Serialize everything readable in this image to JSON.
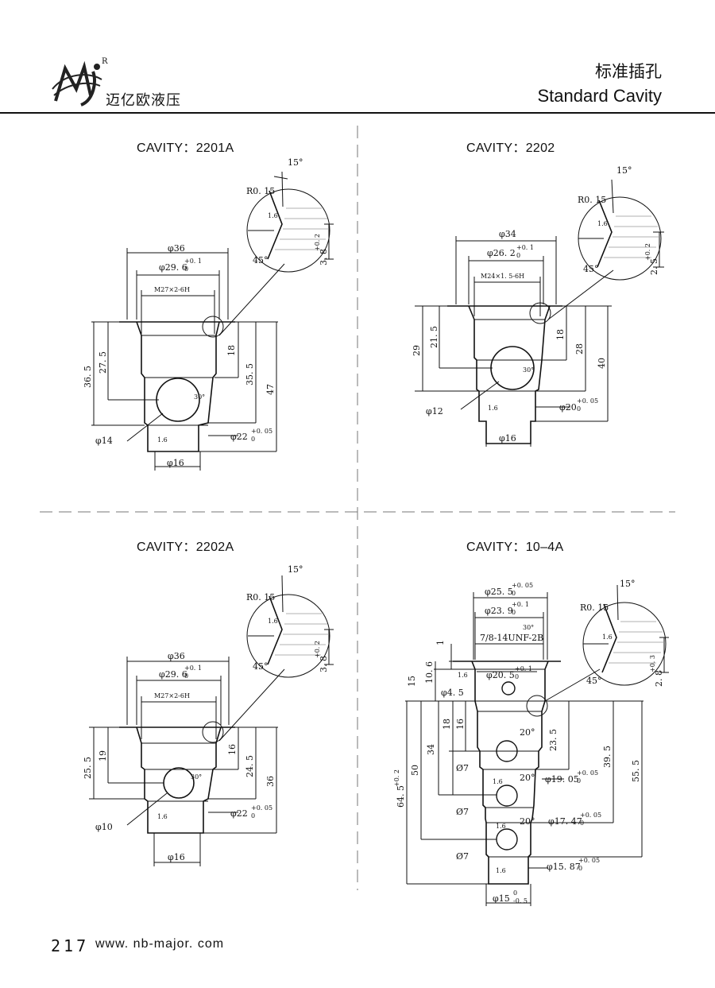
{
  "header": {
    "brand_cn": "迈亿欧液压",
    "logo_mark": "R",
    "title_cn": "标准插孔",
    "title_en": "Standard Cavity"
  },
  "footer": {
    "page": "217",
    "url": "www. nb-major. com"
  },
  "cavities": [
    {
      "label": "CAVITY：2201A",
      "dims": {
        "d1": "φ36",
        "d2": "φ29. 6",
        "tol2": "+0. 1",
        "tol2b": "0",
        "thread": "M27×2-6H",
        "r": "R0. 15",
        "ang1": "15°",
        "ang2": "45°",
        "detail": "3. 8",
        "dtol": "+0. 2",
        "dtolb": "0",
        "surf": "1.6",
        "v1": "36. 5",
        "v2": "27. 5",
        "v3": "18",
        "v4": "35. 5",
        "v5": "47",
        "hole": "φ14",
        "d3": "φ22",
        "tol3": "+0. 05",
        "tol3b": "0",
        "d4": "φ16",
        "ang3": "30°"
      }
    },
    {
      "label": "CAVITY：2202",
      "dims": {
        "d1": "φ34",
        "d2": "φ26. 2",
        "tol2": "+0. 1",
        "tol2b": "0",
        "thread": "M24×1. 5-6H",
        "r": "R0. 15",
        "ang1": "15°",
        "ang2": "45°",
        "detail": "2. 5",
        "dtol": "+0. 2",
        "dtolb": "0",
        "surf": "1.6",
        "v1": "29",
        "v2": "21. 5",
        "v3": "18",
        "v4": "28",
        "v5": "40",
        "hole": "φ12",
        "d3": "φ20",
        "tol3": "+0. 05",
        "tol3b": "0",
        "d4": "φ16",
        "ang3": "30°"
      }
    },
    {
      "label": "CAVITY：2202A",
      "dims": {
        "d1": "φ36",
        "d2": "φ29. 6",
        "tol2": "+0. 1",
        "tol2b": "0",
        "thread": "M27×2-6H",
        "r": "R0. 15",
        "ang1": "15°",
        "ang2": "45°",
        "detail": "3. 8",
        "dtol": "+0. 2",
        "dtolb": "0",
        "surf": "1.6",
        "v1": "25. 5",
        "v2": "19",
        "v3": "16",
        "v4": "24. 5",
        "v5": "36",
        "hole": "φ10",
        "d3": "φ22",
        "tol3": "+0. 05",
        "tol3b": "0",
        "d4": "φ16",
        "ang3": "30°"
      }
    },
    {
      "label": "CAVITY：10–4A",
      "dims": {
        "d1": "φ25. 5",
        "tol1": "+0. 05",
        "tol1b": "0",
        "d2": "φ23. 9",
        "tol2": "+0. 1",
        "tol2b": "0",
        "thread": "7/8-14UNF-2B",
        "d5": "φ20. 5",
        "tol5": "+0. 1",
        "tol5b": "0",
        "r": "R0. 15",
        "ang1": "15°",
        "ang2": "45°",
        "ang30": "30°",
        "detail": "2. 8",
        "dtol": "+0. 3",
        "dtolb": "0",
        "surf": "1.6",
        "h1": "1",
        "h2": "10. 6",
        "h3": "15",
        "hole1": "φ4. 5",
        "v18a": "18",
        "v16": "16",
        "v34": "34",
        "v50": "50",
        "v645": "64. 5",
        "v645tol": "+0. 2",
        "v645tolb": "0",
        "v235": "23. 5",
        "v395": "39. 5",
        "v555": "55. 5",
        "ang20": "20°",
        "hole7": "Ø7",
        "d6": "φ19. 05",
        "tol6": "+0. 05",
        "tol6b": "0",
        "d7": "φ17. 47",
        "tol7": "+0. 05",
        "tol7b": "0",
        "d8": "φ15. 87",
        "tol8": "+0. 05",
        "tol8b": "0",
        "d9": "φ15",
        "tol9": "0",
        "tol9b": "-0. 5"
      }
    }
  ]
}
